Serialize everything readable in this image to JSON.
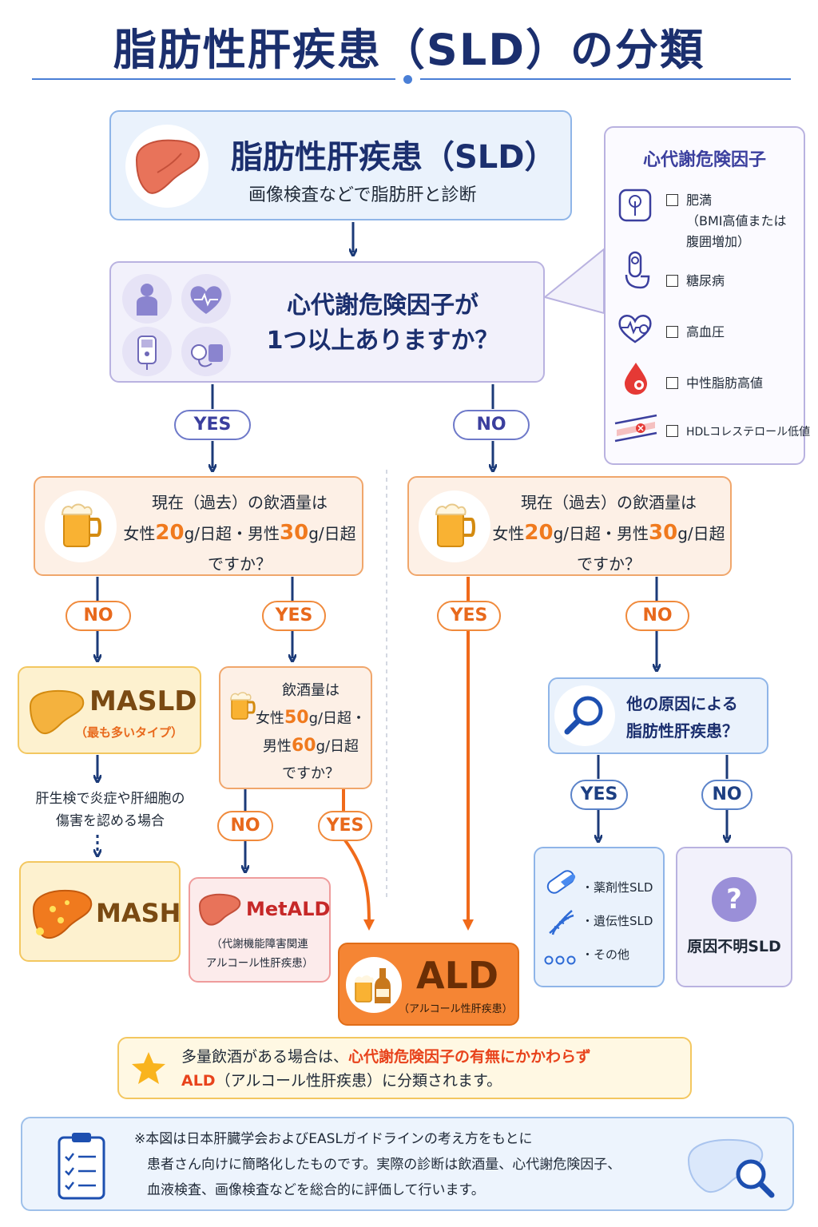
{
  "title": "脂肪性肝疾患（SLD）の分類",
  "top_box": {
    "title": "脂肪性肝疾患（SLD）",
    "subtitle": "画像検査などで脂肪肝と診断"
  },
  "question_box": {
    "line1": "心代謝危険因子が",
    "line2": "1つ以上ありますか？"
  },
  "risk_panel": {
    "title": "心代謝危険因子",
    "items": [
      {
        "label": "肥満",
        "sub1": "（BMI高値または",
        "sub2": "腹囲増加）",
        "icon": "scale-icon"
      },
      {
        "label": "糖尿病",
        "icon": "finger-prick-icon"
      },
      {
        "label": "高血圧",
        "icon": "heart-pressure-icon"
      },
      {
        "label": "中性脂肪高値",
        "icon": "blood-drop-icon"
      },
      {
        "label": "HDLコレステロール低値",
        "icon": "vessel-icon"
      }
    ]
  },
  "labels": {
    "yes": "YES",
    "no": "NO"
  },
  "alcohol_box": {
    "line1": "現在（過去）の飲酒量は",
    "female": "女性",
    "f_val": "20",
    "unit": "g/日超・",
    "male": "男性",
    "m_val": "30",
    "unit2": "g/日超",
    "line3": "ですか？"
  },
  "alcohol_box2": {
    "line1": "飲酒量は",
    "female": "女性",
    "f_val": "50",
    "unit": "g/日超・",
    "male": "男性",
    "m_val": "60",
    "unit2": "g/日超",
    "line4": "ですか？"
  },
  "masld": {
    "title": "MASLD",
    "sub": "（最も多いタイプ）"
  },
  "biopsy_text": {
    "line1": "肝生検で炎症や肝細胞の",
    "line2": "傷害を認める場合"
  },
  "mash": {
    "title": "MASH"
  },
  "metald": {
    "title": "MetALD",
    "sub1": "（代謝機能障害関連",
    "sub2": "アルコール性肝疾患）"
  },
  "ald": {
    "title": "ALD",
    "sub": "（アルコール性肝疾患）"
  },
  "other_cause": {
    "line1": "他の原因による",
    "line2": "脂肪性肝疾患？"
  },
  "other_list": [
    "・薬剤性SLD",
    "・遺伝性SLD",
    "・その他"
  ],
  "unknown": {
    "title": "原因不明SLD",
    "mark": "?"
  },
  "note": {
    "part1": "多量飲酒がある場合は、",
    "part2": "心代謝危険因子の有無にかかわらず",
    "part3": "ALD",
    "part4": "（アルコール性肝疾患）に分類されます。"
  },
  "footer": {
    "line1": "※本図は日本肝臓学会およびEASLガイドラインの考え方をもとに",
    "line2": "患者さん向けに簡略化したものです。実際の診断は飲酒量、心代謝危険因子、",
    "line3": "血液検査、画像検査などを総合的に評価して行います。"
  },
  "colors": {
    "navy": "#1b2f6e",
    "orange": "#f07a1e",
    "ald": "#f58534",
    "purple": "#3b3f9e"
  }
}
